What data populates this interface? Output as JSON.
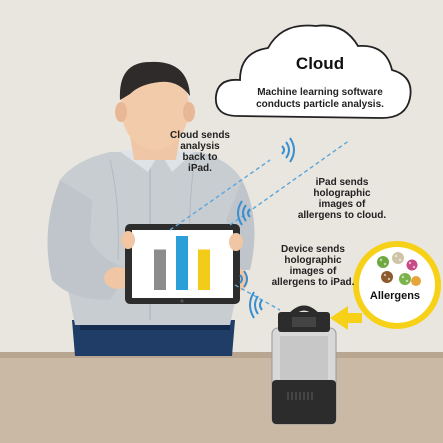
{
  "cloud": {
    "title": "Cloud",
    "text": "Machine learning software\nconducts particle analysis."
  },
  "labels": {
    "cloud_sends": "Cloud sends\nanalysis\nback to\niPad.",
    "ipad_sends": "iPad sends\nholographic\nimages of\nallergens to cloud.",
    "device_sends": "Device sends\nholographic\nimages of\nallergens to iPad."
  },
  "allergens": {
    "title": "Allergens"
  },
  "tablet_bars": {
    "values": [
      3,
      4,
      3
    ],
    "colors": [
      "#8c8c8c",
      "#2a9fd8",
      "#f2cc18"
    ]
  },
  "colors": {
    "background": "#e9e5df",
    "table": "#c9b9a5",
    "wifi": "#3a8fcf",
    "accent_yellow": "#f7d117",
    "shirt": "#c8cdd2",
    "pants": "#1f3d66"
  }
}
